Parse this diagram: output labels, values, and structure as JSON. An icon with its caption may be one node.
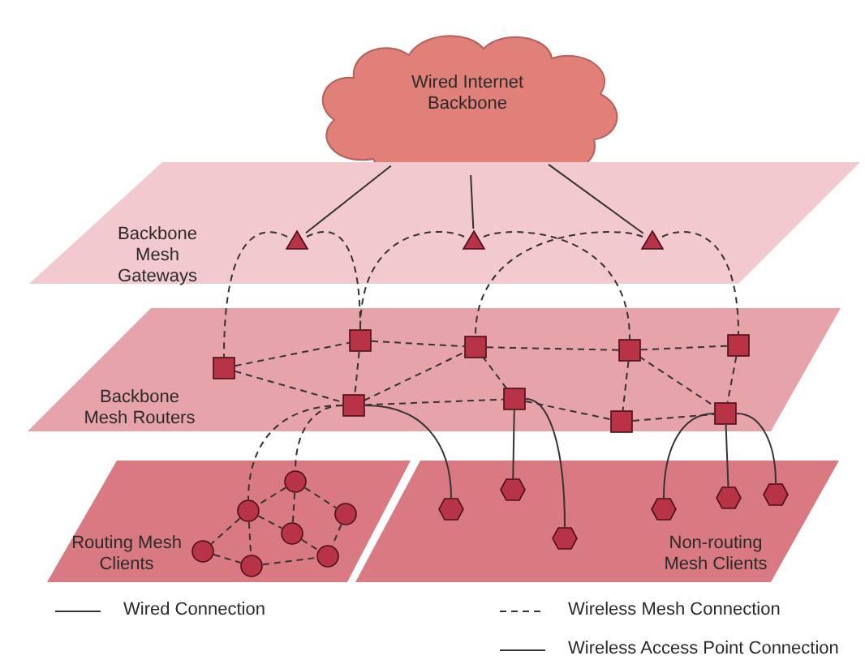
{
  "diagram": {
    "nodes": [
      {
        "text": [
          "Wired Internet Backbone"
        ]
      },
      {
        "text": [
          "Backbone Mesh Gateways"
        ]
      },
      {
        "text": [],
        "shape": "triangle",
        "in": 1
      },
      {
        "text": [],
        "shape": "triangle",
        "in": 1
      },
      {
        "text": [],
        "shape": "triangle",
        "in": 1
      },
      {
        "text": [
          "Backbone Mesh Routers"
        ]
      },
      {
        "text": [],
        "shape": "box",
        "in": 5
      },
      {
        "text": [],
        "shape": "box",
        "in": 5
      },
      {
        "text": [],
        "shape": "box",
        "in": 5
      },
      {
        "text": [],
        "shape": "box",
        "in": 5
      },
      {
        "text": [],
        "shape": "box",
        "in": 5
      },
      {
        "text": [],
        "shape": "box",
        "in": 5
      },
      {
        "text": [],
        "shape": "box",
        "in": 5
      },
      {
        "text": [],
        "shape": "box",
        "in": 5
      },
      {
        "text": [],
        "shape": "box",
        "in": 5
      },
      {
        "text": [
          "Routing Mesh Clients"
        ]
      },
      {
        "text": [],
        "shape": "circle",
        "in": 15
      },
      {
        "text": [],
        "shape": "circle",
        "in": 15
      },
      {
        "text": [],
        "shape": "circle",
        "in": 15
      },
      {
        "text": [],
        "shape": "circle",
        "in": 15
      },
      {
        "text": [],
        "shape": "circle",
        "in": 15
      },
      {
        "text": [],
        "shape": "circle",
        "in": 15
      },
      {
        "text": [],
        "shape": "circle",
        "in": 15
      },
      {
        "text": [
          "Non-routing Mesh Clients"
        ]
      },
      {
        "text": [],
        "shape": "hexagon",
        "in": 23
      },
      {
        "text": [],
        "shape": "hexagon",
        "in": 23
      },
      {
        "text": [],
        "shape": "hexagon",
        "in": 23
      },
      {
        "text": [],
        "shape": "hexagon",
        "in": 23
      },
      {
        "text": [],
        "shape": "hexagon",
        "in": 23
      },
      {
        "text": [],
        "shape": "hexagon",
        "in": 23
      }
    ],
    "edges": [
      {
        "from": 0,
        "to": 2,
        "arrow": "none"
      },
      {
        "from": 0,
        "to": 3,
        "arrow": "none"
      },
      {
        "from": 0,
        "to": 4,
        "arrow": "none"
      },
      {
        "from": 2,
        "to": 6,
        "arrow": "none",
        "style": "dashed"
      },
      {
        "from": 2,
        "to": 7,
        "arrow": "none",
        "style": "dashed"
      },
      {
        "from": 3,
        "to": 7,
        "arrow": "none",
        "style": "dashed"
      },
      {
        "from": 3,
        "to": 9,
        "arrow": "none",
        "style": "dashed"
      },
      {
        "from": 4,
        "to": 8,
        "arrow": "none",
        "style": "dashed"
      },
      {
        "from": 4,
        "to": 10,
        "arrow": "none",
        "style": "dashed"
      },
      {
        "from": 6,
        "to": 7,
        "arrow": "none",
        "style": "dashed"
      },
      {
        "from": 6,
        "to": 11,
        "arrow": "none",
        "style": "dashed"
      },
      {
        "from": 7,
        "to": 8,
        "arrow": "none",
        "style": "dashed"
      },
      {
        "from": 7,
        "to": 11,
        "arrow": "none",
        "style": "dashed"
      },
      {
        "from": 11,
        "to": 8,
        "arrow": "none",
        "style": "dashed"
      },
      {
        "from": 8,
        "to": 9,
        "arrow": "none",
        "style": "dashed"
      },
      {
        "from": 8,
        "to": 12,
        "arrow": "none",
        "style": "dashed"
      },
      {
        "from": 11,
        "to": 12,
        "arrow": "none",
        "style": "dashed"
      },
      {
        "from": 9,
        "to": 10,
        "arrow": "none",
        "style": "dashed"
      },
      {
        "from": 9,
        "to": 13,
        "arrow": "none",
        "style": "dashed"
      },
      {
        "from": 9,
        "to": 14,
        "arrow": "none",
        "style": "dashed"
      },
      {
        "from": 12,
        "to": 13,
        "arrow": "none",
        "style": "dashed"
      },
      {
        "from": 13,
        "to": 14,
        "arrow": "none",
        "style": "dashed"
      },
      {
        "from": 10,
        "to": 14,
        "arrow": "none",
        "style": "dashed"
      },
      {
        "from": 11,
        "to": 17,
        "arrow": "none",
        "style": "dashed"
      },
      {
        "from": 11,
        "to": 16,
        "arrow": "none",
        "style": "dashed"
      },
      {
        "from": 16,
        "to": 17,
        "arrow": "none",
        "style": "dashed"
      },
      {
        "from": 16,
        "to": 19,
        "arrow": "none",
        "style": "dashed"
      },
      {
        "from": 16,
        "to": 18,
        "arrow": "none",
        "style": "dashed"
      },
      {
        "from": 17,
        "to": 19,
        "arrow": "none",
        "style": "dashed"
      },
      {
        "from": 17,
        "to": 22,
        "arrow": "none",
        "style": "dashed"
      },
      {
        "from": 17,
        "to": 20,
        "arrow": "none",
        "style": "dashed"
      },
      {
        "from": 19,
        "to": 21,
        "arrow": "none",
        "style": "dashed"
      },
      {
        "from": 18,
        "to": 21,
        "arrow": "none",
        "style": "dashed"
      },
      {
        "from": 20,
        "to": 22,
        "arrow": "none",
        "style": "dashed"
      },
      {
        "from": 22,
        "to": 21,
        "arrow": "none",
        "style": "dashed"
      },
      {
        "from": 11,
        "to": 24,
        "arrow": "none"
      },
      {
        "from": 12,
        "to": 25,
        "arrow": "none"
      },
      {
        "from": 12,
        "to": 26,
        "arrow": "none"
      },
      {
        "from": 14,
        "to": 27,
        "arrow": "none"
      },
      {
        "from": 14,
        "to": 28,
        "arrow": "none"
      },
      {
        "from": 14,
        "to": 29,
        "arrow": "none"
      }
    ],
    "legend": [
      {
        "text": "Wired Connection"
      },
      {
        "text": "Wireless Mesh Connection"
      },
      {
        "text": "Wireless Access Point Connection"
      }
    ]
  }
}
